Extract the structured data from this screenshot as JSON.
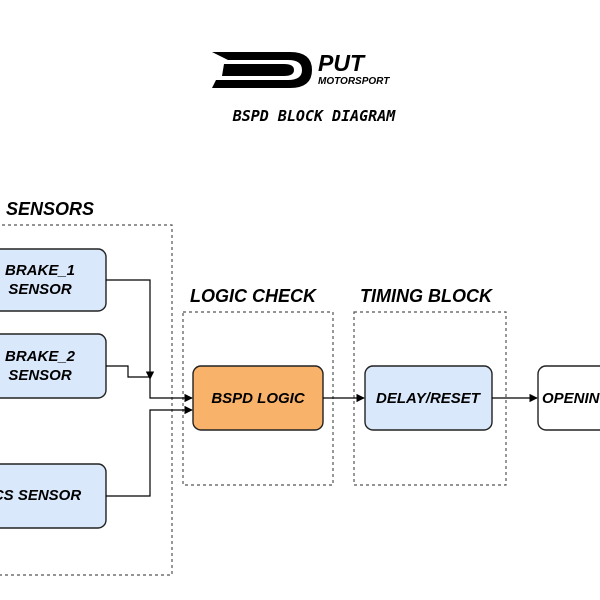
{
  "logo": {
    "brand": "PUT",
    "sub": "MOTORSPORT"
  },
  "title": "BSPD BLOCK DIAGRAM",
  "groups": {
    "sensors": "SENSORS",
    "logic_check": "LOGIC CHECK",
    "timing_block": "TIMING BLOCK"
  },
  "blocks": {
    "brake1": {
      "line1": "BRAKE_1",
      "line2": "SENSOR"
    },
    "brake2": {
      "line1": "BRAKE_2",
      "line2": "SENSOR"
    },
    "cs": {
      "label": "CS SENSOR"
    },
    "bspd_logic": {
      "label": "BSPD LOGIC"
    },
    "delay_reset": {
      "label": "DELAY/RESET"
    },
    "opening": {
      "label": "OPENING"
    }
  },
  "colors": {
    "sensor_fill": "#dae8fc",
    "logic_fill": "#f8b26a",
    "timing_fill": "#dae8fc",
    "opening_fill": "#ffffff"
  }
}
